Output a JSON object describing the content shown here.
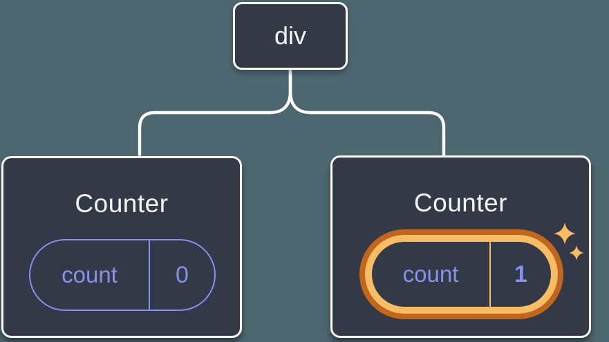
{
  "diagram": {
    "root": {
      "label": "div"
    },
    "children": [
      {
        "title": "Counter",
        "state": {
          "key": "count",
          "value": "0"
        },
        "highlighted": false
      },
      {
        "title": "Counter",
        "state": {
          "key": "count",
          "value": "1"
        },
        "highlighted": true
      }
    ]
  },
  "icons": {
    "sparkles": "sparkles-icon"
  },
  "colors": {
    "background": "#4D6770",
    "card_bg": "#333946",
    "card_border": "#FFFFFF",
    "connector": "#FFFFFF",
    "title_text": "#F6F7F9",
    "accent_purple": "#8790EC",
    "highlight_orange_dark": "#C2661B",
    "highlight_orange_light": "#F8BC63",
    "sparkle": "#F8BC63"
  }
}
